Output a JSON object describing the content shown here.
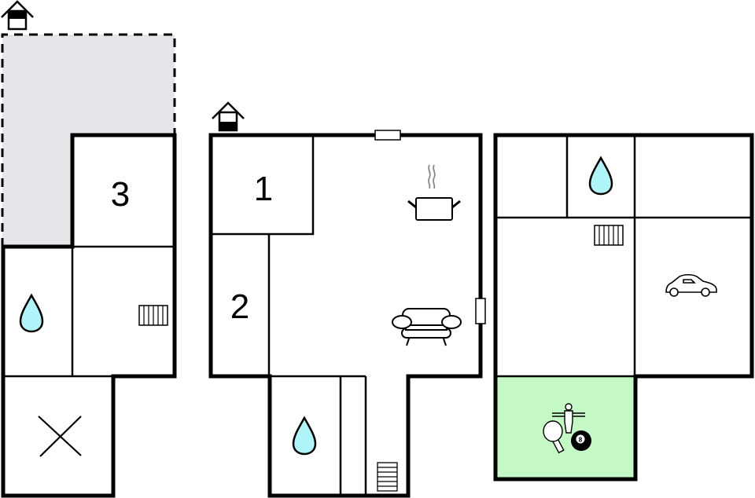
{
  "diagram": {
    "type": "floor-plan",
    "plans": [
      {
        "id": "left-plan",
        "rooms": [
          {
            "id": "terrace",
            "type": "outdoor-area",
            "style": "dashed"
          },
          {
            "id": "bedroom-3",
            "label": "3"
          },
          {
            "id": "bathroom",
            "icon": "water-drop-icon"
          },
          {
            "id": "hall",
            "icon": "stairs-icon"
          },
          {
            "id": "void",
            "icon": "cross-icon"
          }
        ],
        "entrance": "entrance-icon"
      },
      {
        "id": "middle-plan",
        "rooms": [
          {
            "id": "bedroom-1",
            "label": "1"
          },
          {
            "id": "bedroom-2",
            "label": "2"
          },
          {
            "id": "kitchen-living",
            "icons": [
              "cooking-pot-icon",
              "sofa-icon"
            ]
          },
          {
            "id": "bathroom",
            "icon": "water-drop-icon"
          },
          {
            "id": "stairwell",
            "icon": "stairs-icon"
          }
        ],
        "entrance": "entrance-icon"
      },
      {
        "id": "right-plan",
        "rooms": [
          {
            "id": "storage"
          },
          {
            "id": "bathroom",
            "icon": "water-drop-icon"
          },
          {
            "id": "utility"
          },
          {
            "id": "hall",
            "icon": "stairs-icon"
          },
          {
            "id": "garage",
            "icon": "car-icon"
          },
          {
            "id": "activity-room",
            "icons": [
              "foosball-icon",
              "table-tennis-icon",
              "billiard-ball-icon"
            ],
            "ball_label": "8"
          }
        ]
      }
    ],
    "labels": {
      "room1": "1",
      "room2": "2",
      "room3": "3",
      "ball": "8"
    },
    "colors": {
      "wall": "#000000",
      "terrace_fill": "#e6e6ea",
      "water": "#aef4f8",
      "activity_fill": "#c4f8c4",
      "steam": "#888888"
    }
  }
}
